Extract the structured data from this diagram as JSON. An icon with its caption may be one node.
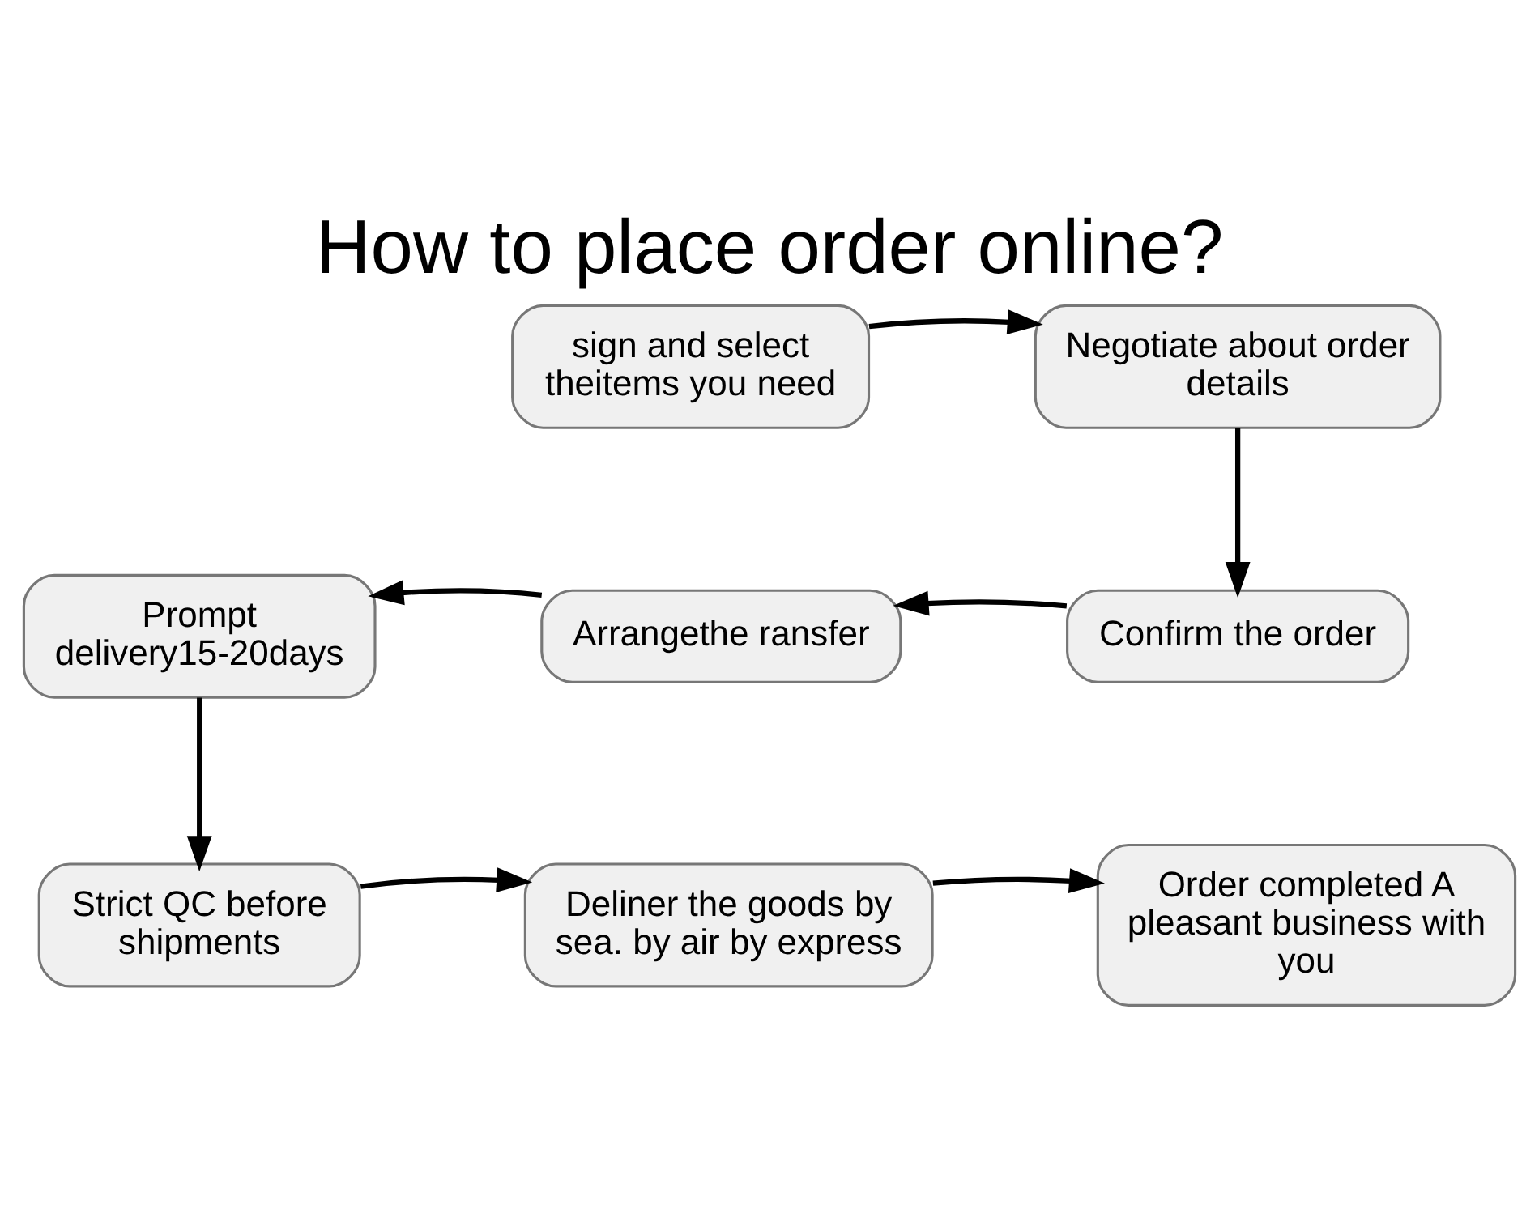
{
  "diagram": {
    "title": "How to place order online?",
    "nodes": [
      {
        "text": [
          "sign and select theitems you need"
        ]
      },
      {
        "text": [
          "Negotiate about order details"
        ]
      },
      {
        "text": [
          "Confirm the order"
        ]
      },
      {
        "text": [
          "Arrangethe ransfer"
        ]
      },
      {
        "text": [
          "Prompt delivery15-20days"
        ]
      },
      {
        "text": [
          "Strict QC before shipments"
        ]
      },
      {
        "text": [
          "Deliner the goods by sea. by air by express"
        ]
      },
      {
        "text": [
          "Order completed A pleasant business with you"
        ]
      }
    ],
    "edges": [
      {
        "from": 0,
        "to": 1,
        "arrow": "to"
      },
      {
        "from": 1,
        "to": 2,
        "arrow": "to"
      },
      {
        "from": 2,
        "to": 3,
        "arrow": "to"
      },
      {
        "from": 3,
        "to": 4,
        "arrow": "to"
      },
      {
        "from": 4,
        "to": 5,
        "arrow": "to"
      },
      {
        "from": 5,
        "to": 6,
        "arrow": "to"
      },
      {
        "from": 6,
        "to": 7,
        "arrow": "to"
      }
    ]
  }
}
